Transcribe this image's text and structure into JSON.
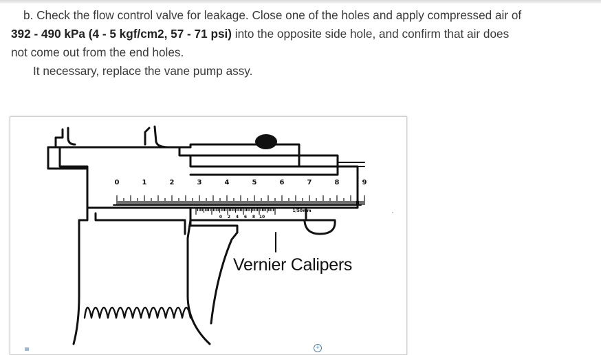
{
  "instruction": {
    "line1": "b. Check the flow control valve for leakage. Close one of the holes and apply compressed air of",
    "line2_bold": "392 - 490 kPa (4 - 5 kgf/cm2, 57 - 71 psi)",
    "line2_rest": " into the opposite side hole, and confirm that air does",
    "line3": "not come out from the end holes.",
    "line4": "It necessary, replace the vane pump assy."
  },
  "figure": {
    "caption": "Vernier Calipers",
    "main_scale_numbers": [
      "0",
      "1",
      "2",
      "3",
      "4",
      "5",
      "6",
      "7",
      "8",
      "9"
    ],
    "vernier_numbers": [
      "0",
      "2",
      "4",
      "6",
      "8",
      "10"
    ],
    "vernier_label": "1/50mm"
  },
  "icons": {
    "zoom": "zoom-in-icon"
  }
}
